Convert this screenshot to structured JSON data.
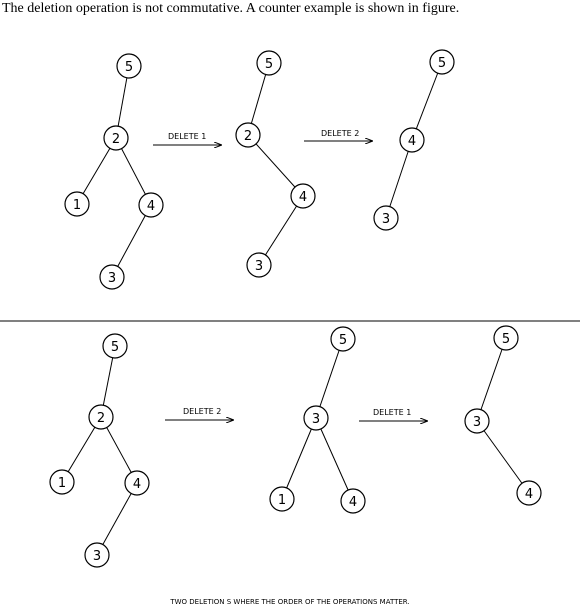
{
  "intro_text": "The deletion operation is not commutative. A counter example is shown in figure.",
  "caption": "TWO DELETION S WHERE THE ORDER OF THE OPERATIONS MATTER.",
  "rows": [
    {
      "steps": [
        {
          "nodes": [
            "5",
            "2",
            "1",
            "4",
            "3"
          ]
        },
        {
          "operation": "DELETE 1",
          "nodes": [
            "5",
            "2",
            "4",
            "3"
          ]
        },
        {
          "operation": "DELETE 2",
          "nodes": [
            "5",
            "4",
            "3"
          ]
        }
      ]
    },
    {
      "steps": [
        {
          "nodes": [
            "5",
            "2",
            "1",
            "4",
            "3"
          ]
        },
        {
          "operation": "DELETE 2",
          "nodes": [
            "5",
            "3",
            "1",
            "4"
          ]
        },
        {
          "operation": "DELETE 1",
          "nodes": [
            "5",
            "3",
            "4"
          ]
        }
      ]
    }
  ]
}
